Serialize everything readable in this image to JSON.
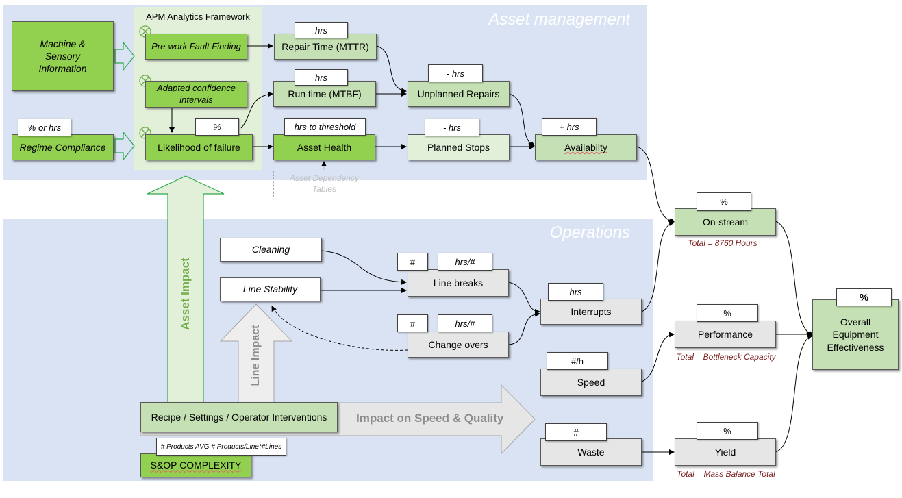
{
  "regions": {
    "asset_management": "Asset management",
    "operations": "Operations"
  },
  "apm_panel_title": "APM Analytics Framework",
  "nodes": {
    "machine_info": "Machine & Sensory Information",
    "regime_compliance": "Regime Compliance",
    "prework_fault": "Pre-work Fault Finding",
    "adapted_confidence": "Adapted confidence intervals",
    "likelihood_failure": "Likelihood of failure",
    "repair_time": "Repair Time (MTTR)",
    "run_time": "Run time (MTBF)",
    "asset_health": "Asset Health",
    "asset_dependency": "Asset Dependency Tables",
    "unplanned_repairs": "Unplanned Repairs",
    "planned_stops": "Planned Stops",
    "availability": "Availabilty",
    "on_stream": "On-stream",
    "cleaning": "Cleaning",
    "line_stability": "Line Stability",
    "line_breaks": "Line breaks",
    "change_overs": "Change overs",
    "interrupts": "Interrupts",
    "performance": "Performance",
    "speed": "Speed",
    "waste": "Waste",
    "yield": "Yield",
    "oee": "Overall Equipment Effectiveness",
    "recipe": "Recipe / Settings / Operator Interventions",
    "sop_complexity": "S&OP COMPLEXITY"
  },
  "tags": {
    "repair_time": "hrs",
    "run_time": "hrs",
    "regime": "% or hrs",
    "likelihood": "%",
    "asset_health": "hrs to threshold",
    "unplanned": "- hrs",
    "planned": "- hrs",
    "availability": "+ hrs",
    "on_stream": "%",
    "line_breaks_count": "#",
    "line_breaks_rate": "hrs/#",
    "change_overs_count": "#",
    "change_overs_rate": "hrs/#",
    "interrupts": "hrs",
    "performance": "%",
    "speed": "#/h",
    "waste": "#",
    "yield": "%",
    "oee": "%",
    "sop": "# Products AVG # Products/Line*#Lines"
  },
  "notes": {
    "on_stream_total": "Total = 8760 Hours",
    "performance_total": "Total = Bottleneck Capacity",
    "yield_total": "Total = Mass Balance Total"
  },
  "arrows": {
    "asset_impact": "Asset Impact",
    "line_impact": "Line Impact",
    "speed_quality": "Impact on Speed & Quality"
  }
}
